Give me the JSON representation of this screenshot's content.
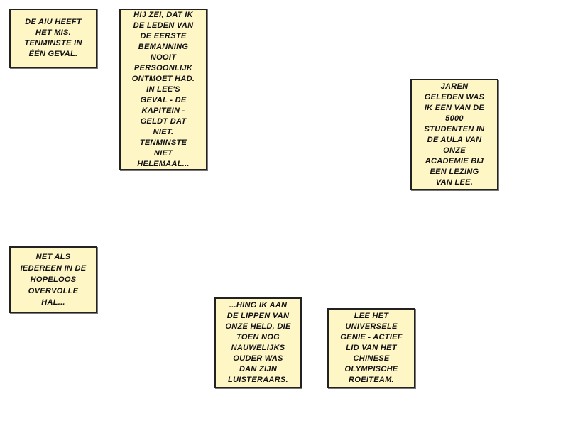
{
  "captions": [
    {
      "lines": [
        "De AIU heeft",
        "het mis.",
        "Tenminste in",
        "één geval."
      ]
    },
    {
      "lines": [
        "Hij zei, dat ik",
        "de leden van",
        "de eerste",
        "bemanning",
        "nooit",
        "persoonlijk",
        "ontmoet had.",
        "In Lee's",
        "geval - de",
        "kapitein -",
        "geldt dat",
        "niet.",
        "Tenminste",
        "niet",
        "helemaal..."
      ]
    },
    {
      "lines": [
        "Jaren",
        "geleden was",
        "ik een van de",
        "5000",
        "studenten in",
        "de aula van",
        "onze",
        "academie bij",
        "een lezing",
        "van Lee."
      ]
    },
    {
      "lines": [
        "Net als",
        "iedereen in de",
        "hopeloos",
        "overvolle",
        "hal..."
      ]
    },
    {
      "lines": [
        "...hing ik aan",
        "de lippen van",
        "onze held, die",
        "toen nog",
        "nauwelijks",
        "ouder was",
        "dan zijn",
        "luisteraars."
      ]
    },
    {
      "lines": [
        "Lee het",
        "universele",
        "genie - actief",
        "lid van het",
        "Chinese",
        "olympische",
        "roeiteam."
      ]
    }
  ]
}
